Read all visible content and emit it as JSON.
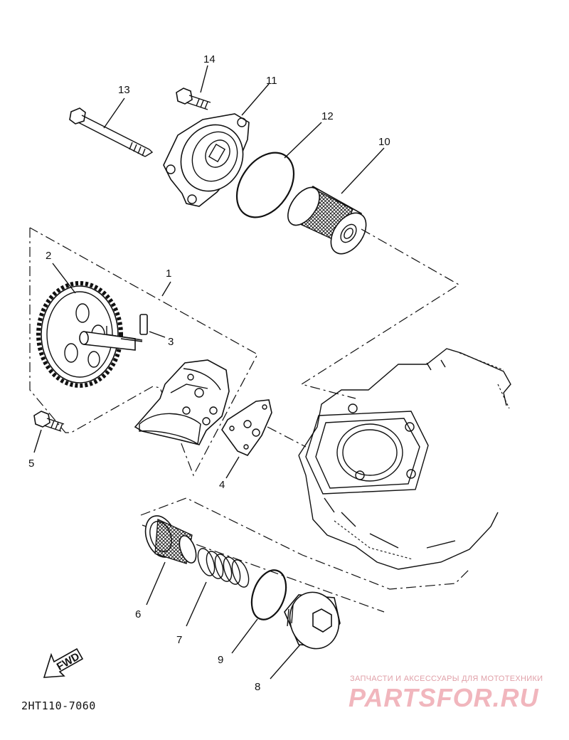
{
  "callouts": {
    "c1": "1",
    "c2": "2",
    "c3": "3",
    "c4": "4",
    "c5": "5",
    "c6": "6",
    "c7": "7",
    "c8": "8",
    "c9": "9",
    "c10": "10",
    "c11": "11",
    "c12": "12",
    "c13": "13",
    "c14": "14"
  },
  "fwd_label": "FWD",
  "diagram_code": "2HT110-7060",
  "watermark": {
    "tagline": "ЗАПЧАСТИ И АКСЕССУАРЫ ДЛЯ МОТОТЕХНИКИ",
    "logo_text": "PARTSFOR.RU",
    "color": "#d94a5a"
  }
}
